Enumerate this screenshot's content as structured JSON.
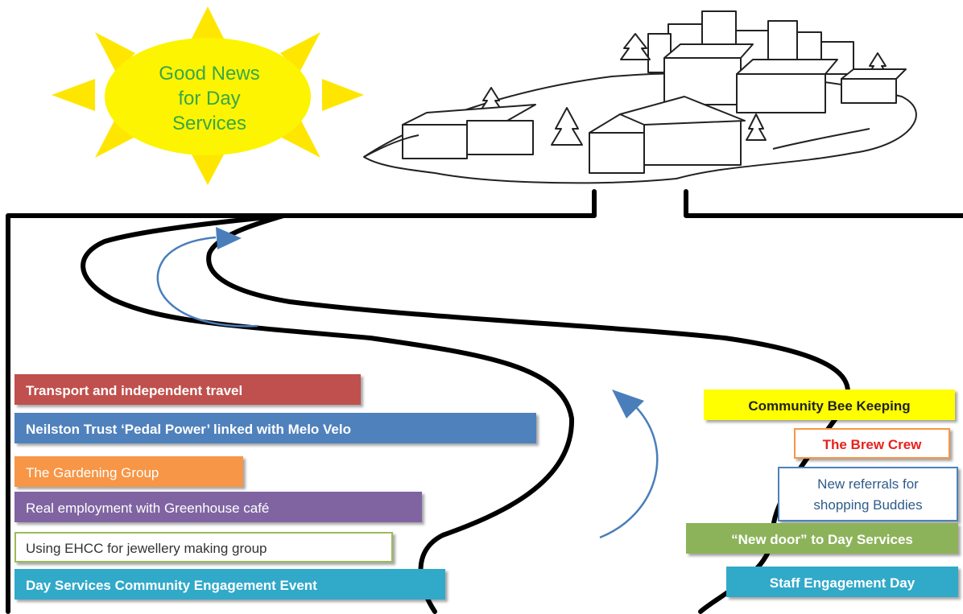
{
  "sun": {
    "lines": [
      "Good News",
      "for Day",
      "Services"
    ],
    "text_color": "#3aa64a",
    "fill_color": "#fcf400",
    "ray_color": "#ffe600"
  },
  "left_items": [
    {
      "text": "Transport and independent travel",
      "bg": "#c0504d",
      "fg": "#ffffff",
      "border": "#c0504d"
    },
    {
      "text": "Neilston Trust ‘Pedal Power’ linked with Melo Velo",
      "bg": "#4f81bd",
      "fg": "#ffffff",
      "border": "#4f81bd"
    },
    {
      "text": "The Gardening Group",
      "bg": "#f79646",
      "fg": "#ffffff",
      "border": "#f79646"
    },
    {
      "text": "Real employment with Greenhouse café",
      "bg": "#8064a2",
      "fg": "#ffffff",
      "border": "#8064a2"
    },
    {
      "text": "Using EHCC for jewellery making group",
      "bg": "#ffffff",
      "fg": "#333333",
      "border": "#9bbb59"
    },
    {
      "text": "Day Services Community  Engagement Event",
      "bg": "#31a9c9",
      "fg": "#ffffff",
      "border": "#31a9c9"
    }
  ],
  "right_items": [
    {
      "text": "Community Bee Keeping",
      "bg": "#ffff00",
      "fg": "#222222",
      "border": "#ffff00"
    },
    {
      "text": "The Brew Crew",
      "bg": "#ffffff",
      "fg": "#e8211d",
      "border": "#f79646"
    },
    {
      "text": "New referrals for shopping Buddies",
      "bg": "#ffffff",
      "fg": "#2e5c8a",
      "border": "#4f81bd"
    },
    {
      "text": "“New door” to Day Services",
      "bg": "#8db35a",
      "fg": "#ffffff",
      "border": "#8db35a"
    },
    {
      "text": "Staff Engagement Day",
      "bg": "#31a9c9",
      "fg": "#ffffff",
      "border": "#31a9c9"
    }
  ],
  "colors": {
    "road_outline": "#000000",
    "arrow": "#4a7ebb"
  }
}
